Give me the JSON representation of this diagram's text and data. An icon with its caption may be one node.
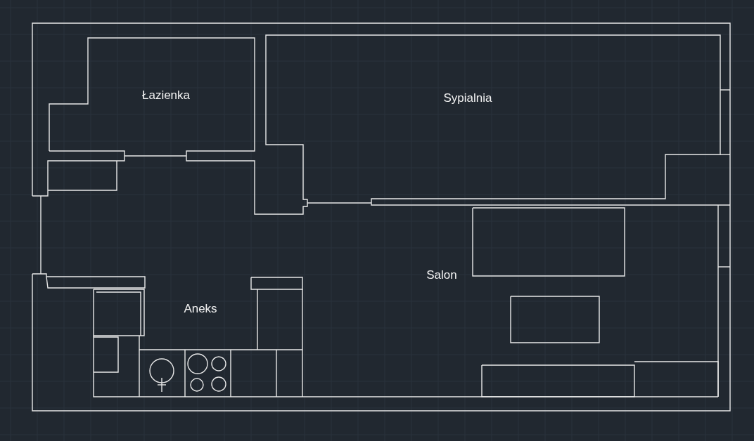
{
  "diagram": {
    "labels": [
      "Łazienka",
      "Sypialnia",
      "Salon",
      "Aneks"
    ]
  }
}
